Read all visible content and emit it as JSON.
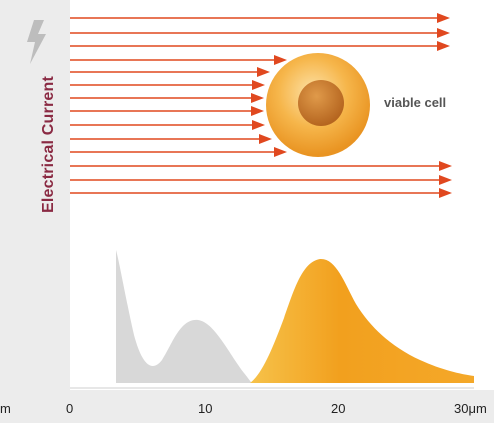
{
  "diagram": {
    "side_title": "Electrical Current",
    "cell_label": "viable cell",
    "x_axis": {
      "left_unit_fragment": "m",
      "ticks": [
        "0",
        "10",
        "20",
        "30"
      ],
      "last_unit": "μm"
    },
    "colors": {
      "arrow": "#e0481f",
      "side_title": "#8a2a43",
      "cell_outer": "#f4a938",
      "cell_inner": "#c8742a",
      "peak_gray": "#d6d6d6",
      "peak_orange": "#f3a221",
      "bolt_icon": "#b8b8b8"
    },
    "icons": [
      "lightning-bolt-icon"
    ]
  }
}
